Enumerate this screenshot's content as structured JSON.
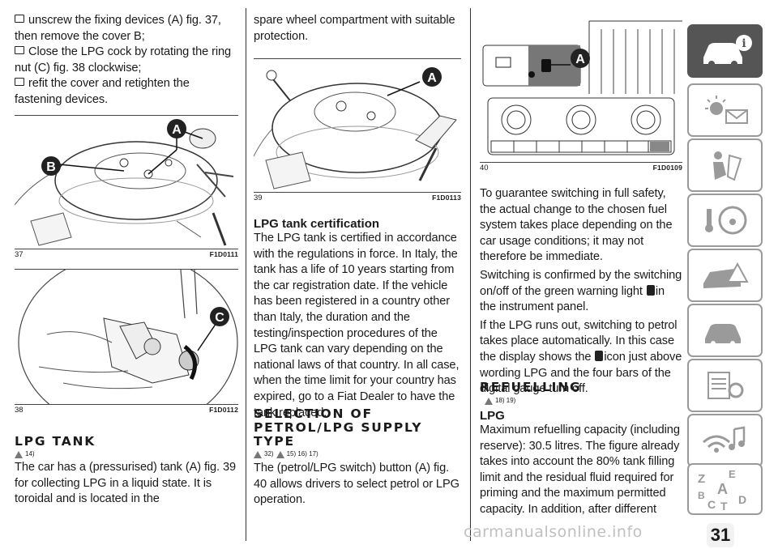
{
  "column1": {
    "bullets": [
      "unscrew the fixing devices (A) fig. 37, then remove the cover B;",
      "Close the LPG cock by rotating the ring nut (C) fig. 38 clockwise;",
      "refit the cover and retighten the fastening devices."
    ],
    "fig37": {
      "number": "37",
      "code": "F1D0111",
      "labels": [
        "A",
        "B"
      ]
    },
    "fig38": {
      "number": "38",
      "code": "F1D0112",
      "labels": [
        "C"
      ]
    },
    "lpg_tank_heading": "LPG TANK",
    "lpg_tank_refs": "14)",
    "lpg_tank_text": "The car has a (pressurised) tank (A) fig. 39 for collecting LPG in a liquid state. It is toroidal and is located in the"
  },
  "column2": {
    "intro": "spare wheel compartment with suitable protection.",
    "fig39": {
      "number": "39",
      "code": "F1D0113",
      "labels": [
        "A"
      ]
    },
    "cert_heading": "LPG tank certification",
    "cert_text": "The LPG tank is certified in accordance with the regulations in force. In Italy, the tank has a life of 10 years starting from the car registration date. If the vehicle has been registered in a country other than Italy, the duration and the testing/inspection procedures of the LPG tank can vary depending on the national laws of that country. In all case, when the time limit for your country has expired, go to a Fiat Dealer to have the tank replaced.",
    "selection_heading": "SELECTION OF PETROL/LPG SUPPLY TYPE",
    "selection_refs_a": "32)",
    "selection_refs_b": "15) 16) 17)",
    "selection_text": "The (petrol/LPG switch) button (A) fig. 40 allows drivers to select petrol or LPG operation."
  },
  "column3": {
    "fig40": {
      "number": "40",
      "code": "F1D0109",
      "labels": [
        "A"
      ]
    },
    "p1": "To guarantee switching in full safety, the actual change to the chosen fuel system takes place depending on the car usage conditions; it may not therefore be immediate.",
    "p2_a": "Switching is confirmed by the switching on/off of the green warning light",
    "p2_b": "in the instrument panel.",
    "p3_a": "If the LPG runs out, switching to petrol takes place automatically. In this case the display shows the",
    "p3_b": "icon just above wording LPG and the four bars of the digital gauge turn off.",
    "refuelling_heading": "REFUELLING",
    "refuelling_refs": "18) 19)",
    "lpg_heading": "LPG",
    "lpg_text": "Maximum refuelling capacity (including reserve): 30.5 litres. The figure already takes into account the 80% tank filling limit and the residual fluid required for priming and the maximum permitted capacity. In addition, after different"
  },
  "side_tabs": [
    {
      "icon": "car-info-icon",
      "active": true
    },
    {
      "icon": "warning-lights-icon",
      "active": false
    },
    {
      "icon": "airbag-safety-icon",
      "active": false
    },
    {
      "icon": "starting-driving-icon",
      "active": false
    },
    {
      "icon": "emergency-icon",
      "active": false
    },
    {
      "icon": "maintenance-icon",
      "active": false
    },
    {
      "icon": "technical-data-icon",
      "active": false
    },
    {
      "icon": "multimedia-icon",
      "active": false
    },
    {
      "icon": "index-icon",
      "active": false
    }
  ],
  "index_letters": [
    "Z",
    "E",
    "A",
    "B",
    "C",
    "T",
    "D"
  ],
  "page_number": "31",
  "watermark": "carmanualsonline.info",
  "colors": {
    "label_badge": "#222222",
    "active_tab": "#555555",
    "tab_border": "#9a9a9a"
  }
}
